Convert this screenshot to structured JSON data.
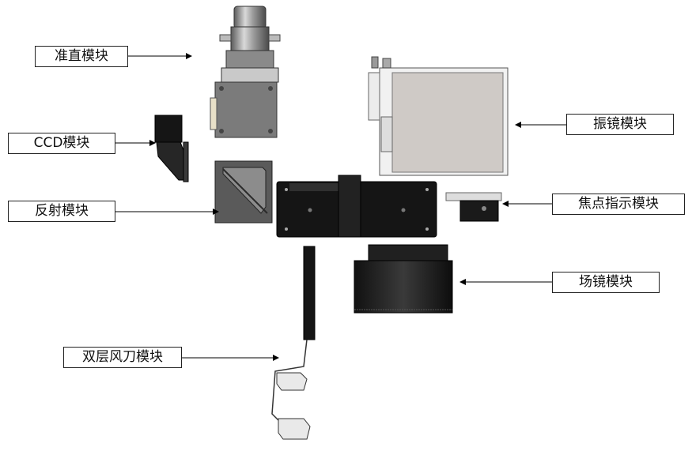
{
  "diagram": {
    "labels": {
      "collimation": "准直模块",
      "ccd": "CCD模块",
      "reflection": "反射模块",
      "galvo": "振镜模块",
      "focus_indicator": "焦点指示模块",
      "field_lens": "场镜模块",
      "air_knife": "双层风刀模块"
    }
  }
}
